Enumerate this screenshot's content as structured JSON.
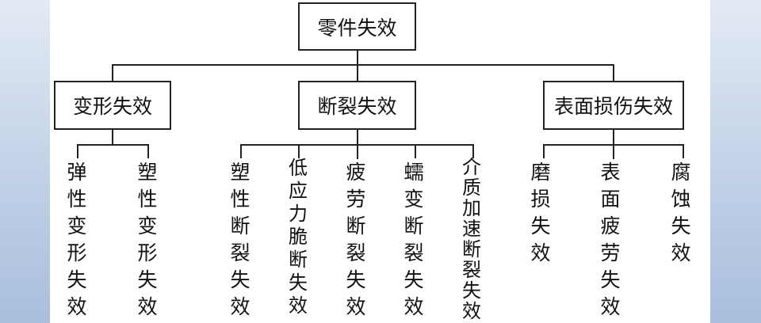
{
  "root": "零件失效",
  "categories": [
    {
      "label": "变形失效",
      "children": [
        "弹性变形失效",
        "塑性变形失效"
      ]
    },
    {
      "label": "断裂失效",
      "children": [
        "塑性断裂失效",
        "低应力脆断失效",
        "疲劳断裂失效",
        "蠕变断裂失效",
        "介质加速断裂失效"
      ]
    },
    {
      "label": "表面损伤失效",
      "children": [
        "磨损失效",
        "表面疲劳失效",
        "腐蚀失效"
      ]
    }
  ]
}
